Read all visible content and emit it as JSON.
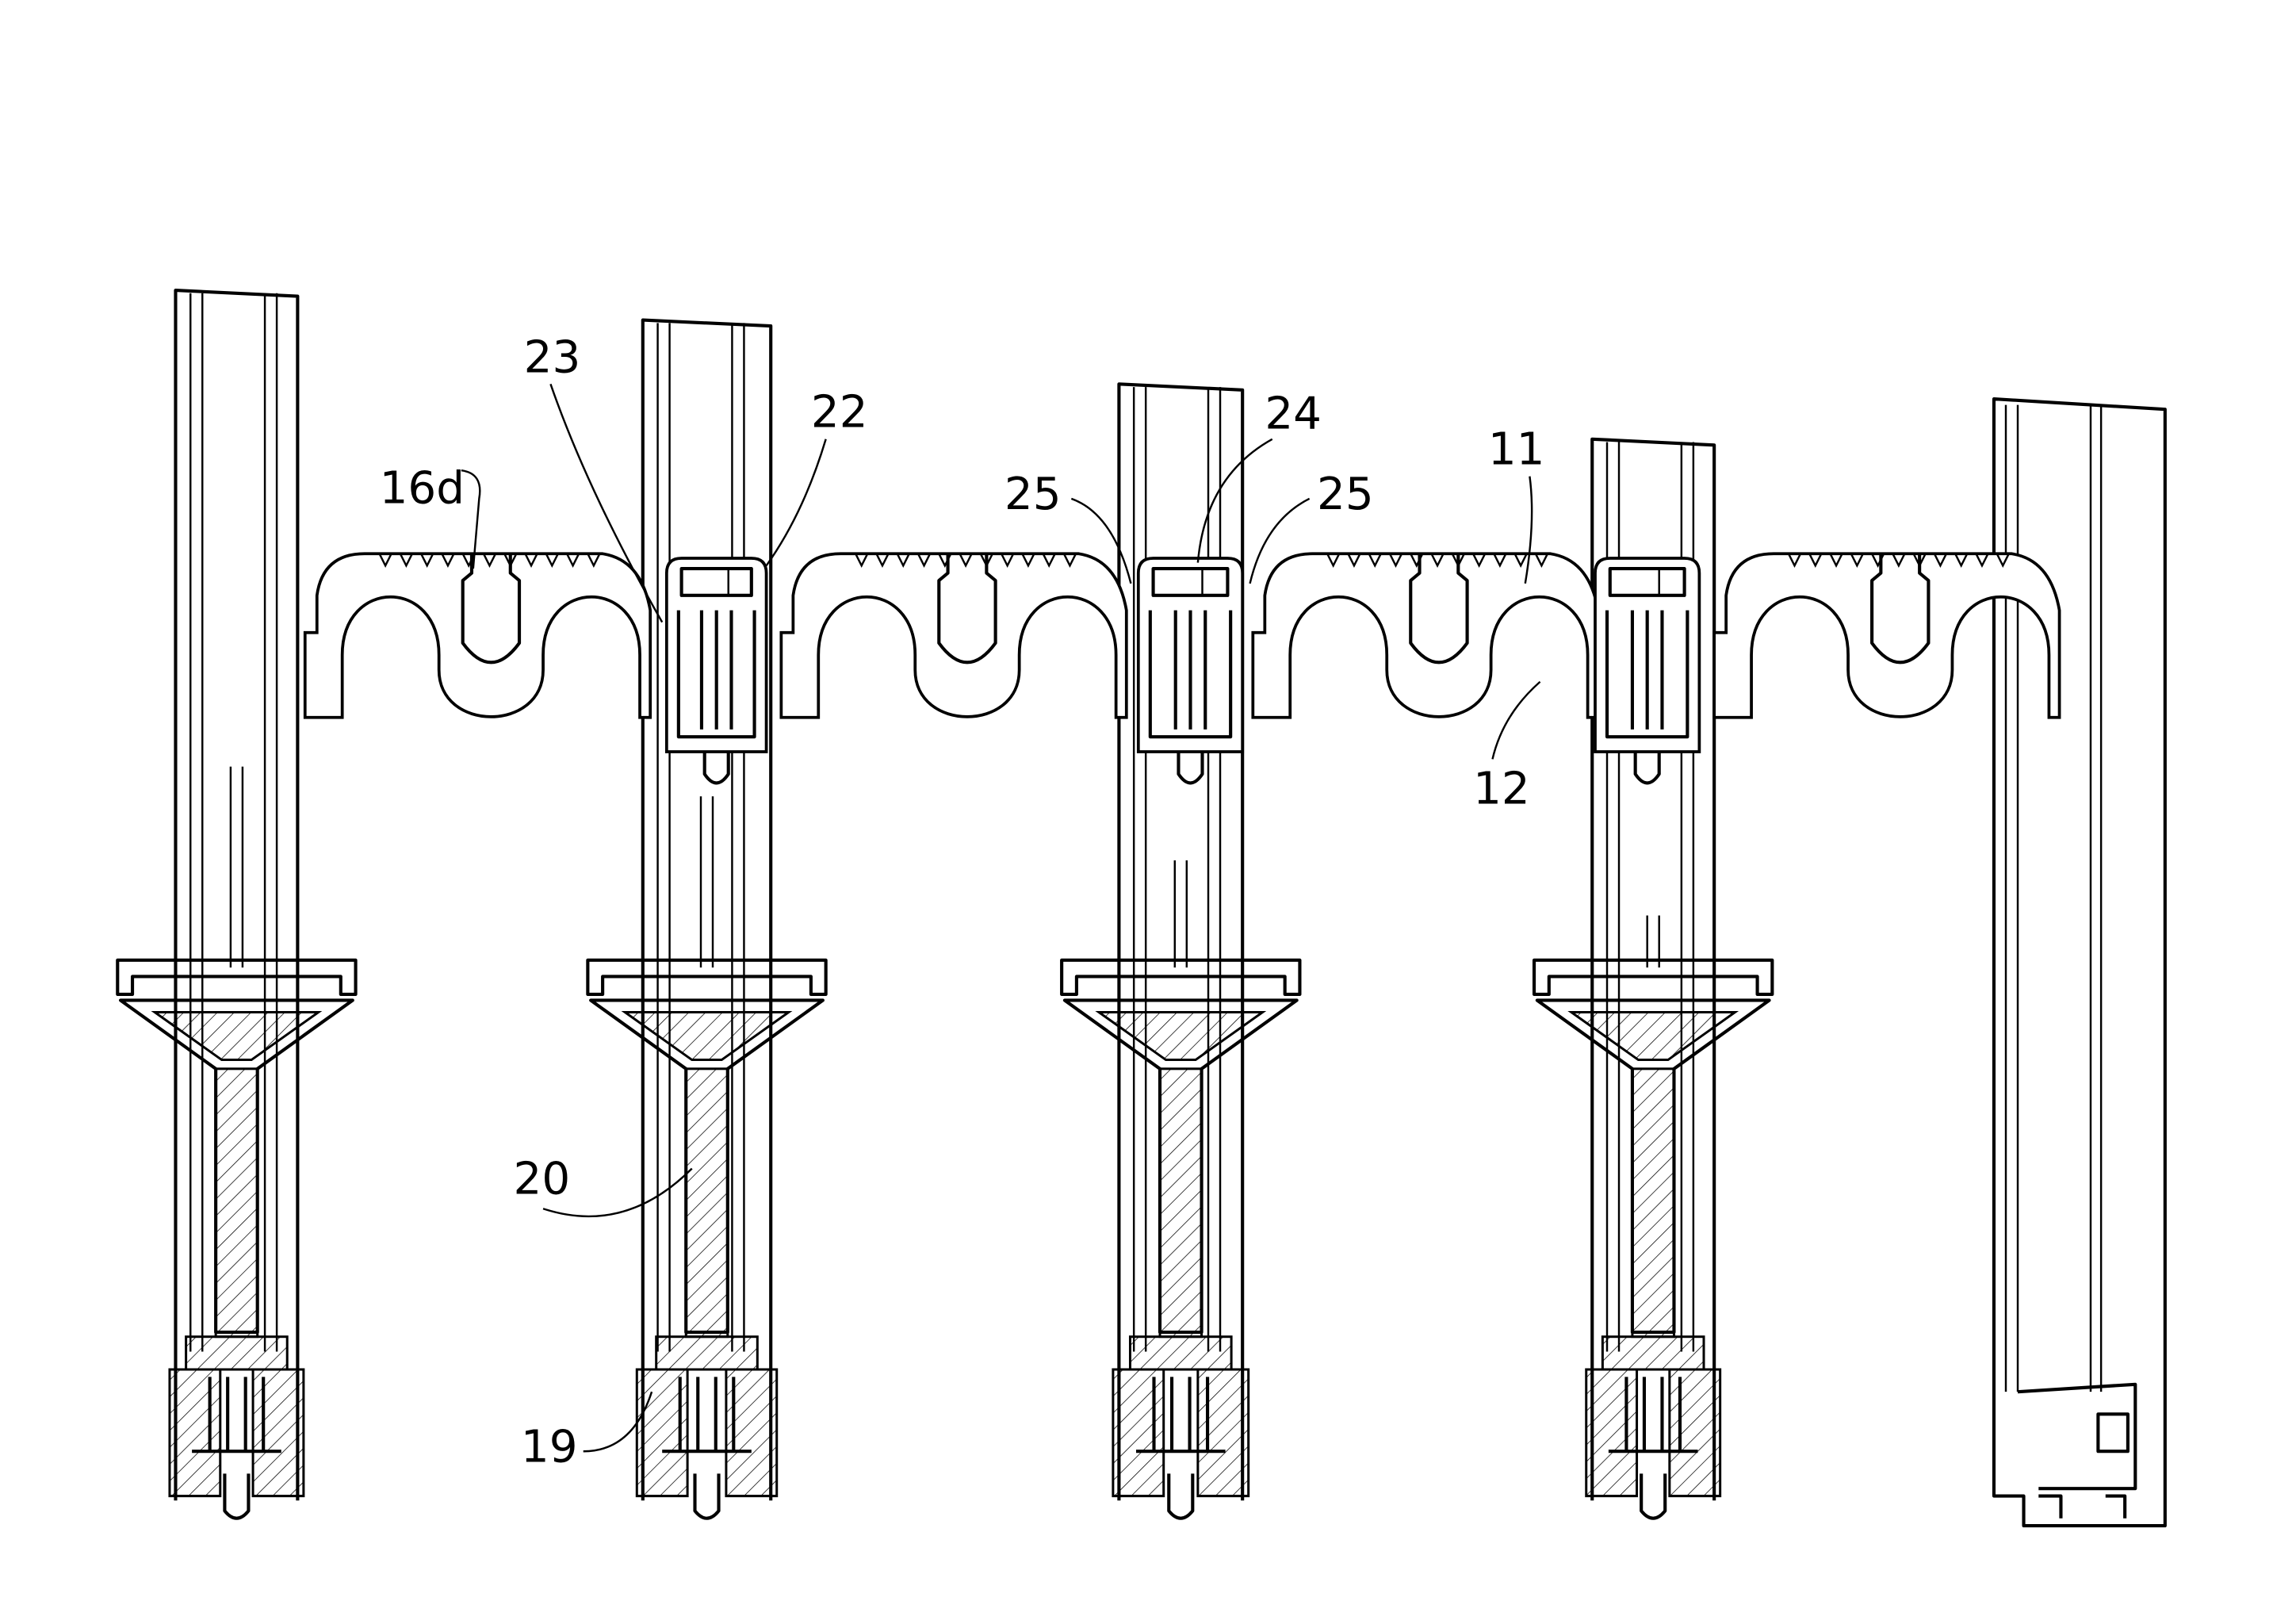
{
  "figure": {
    "labels": {
      "l23": "23",
      "l22": "22",
      "l16d": "16d",
      "l25a": "25",
      "l24": "24",
      "l25b": "25",
      "l11": "11",
      "l12": "12",
      "l20": "20",
      "l19": "19"
    }
  }
}
